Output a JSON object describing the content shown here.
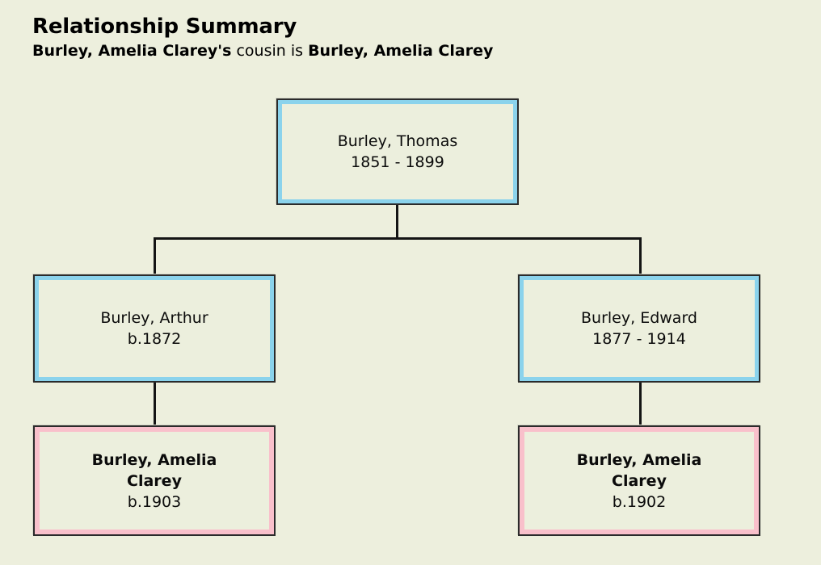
{
  "header": {
    "title": "Relationship Summary",
    "subject": "Burley, Amelia Clarey's",
    "relation": " cousin is ",
    "target": "Burley, Amelia Clarey"
  },
  "colors": {
    "background": "#edefdd",
    "box_fill": "#ecefdd",
    "box_outline": "#2b2b2b",
    "ancestor_border": "#8bd3ec",
    "subject_border": "#f9c0cb",
    "connector": "#141414",
    "text": "#0b0b0b"
  },
  "chart_data": {
    "type": "diagram",
    "title": "Relationship Summary",
    "layout": "family-tree",
    "nodes": [
      {
        "id": "thomas",
        "name": "Burley, Thomas",
        "dates": "1851 - 1899",
        "birth": 1851,
        "death": 1899,
        "generation": 1,
        "highlight": "ancestor",
        "border_color": "#8bd3ec",
        "bold_name": false
      },
      {
        "id": "arthur",
        "name": "Burley, Arthur",
        "dates": "b.1872",
        "birth": 1872,
        "death": null,
        "generation": 2,
        "highlight": "ancestor",
        "border_color": "#8bd3ec",
        "bold_name": false
      },
      {
        "id": "edward",
        "name": "Burley, Edward",
        "dates": "1877 - 1914",
        "birth": 1877,
        "death": 1914,
        "generation": 2,
        "highlight": "ancestor",
        "border_color": "#8bd3ec",
        "bold_name": false
      },
      {
        "id": "amelia-left",
        "name": "Burley, Amelia Clarey",
        "name_line1": "Burley, Amelia",
        "name_line2": "Clarey",
        "dates": "b.1903",
        "birth": 1903,
        "death": null,
        "generation": 3,
        "highlight": "subject",
        "border_color": "#f9c0cb",
        "bold_name": true
      },
      {
        "id": "amelia-right",
        "name": "Burley, Amelia Clarey",
        "name_line1": "Burley, Amelia",
        "name_line2": "Clarey",
        "dates": "b.1902",
        "birth": 1902,
        "death": null,
        "generation": 3,
        "highlight": "subject",
        "border_color": "#f9c0cb",
        "bold_name": true
      }
    ],
    "edges": [
      {
        "from": "thomas",
        "to": "arthur"
      },
      {
        "from": "thomas",
        "to": "edward"
      },
      {
        "from": "arthur",
        "to": "amelia-left"
      },
      {
        "from": "edward",
        "to": "amelia-right"
      }
    ]
  }
}
